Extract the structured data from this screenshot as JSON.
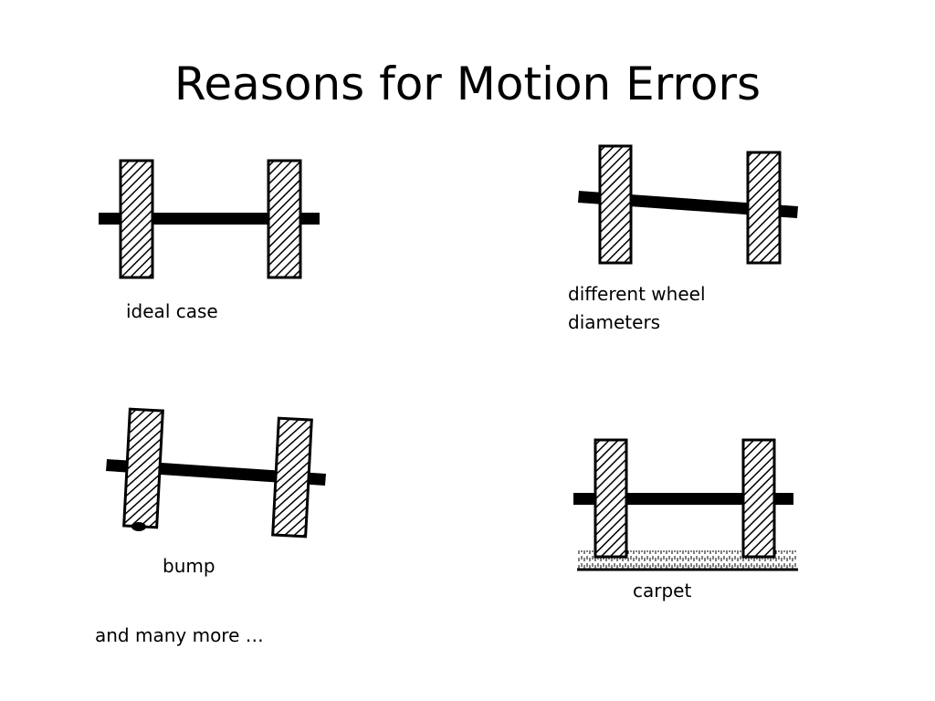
{
  "slide": {
    "title": "Reasons for Motion Errors",
    "captions": {
      "ideal": "ideal case",
      "diameters_line1": "different wheel",
      "diameters_line2": "diameters",
      "bump": "bump",
      "carpet": "carpet",
      "more": "and many more …"
    }
  },
  "colors": {
    "ink": "#000000",
    "background": "#ffffff"
  }
}
